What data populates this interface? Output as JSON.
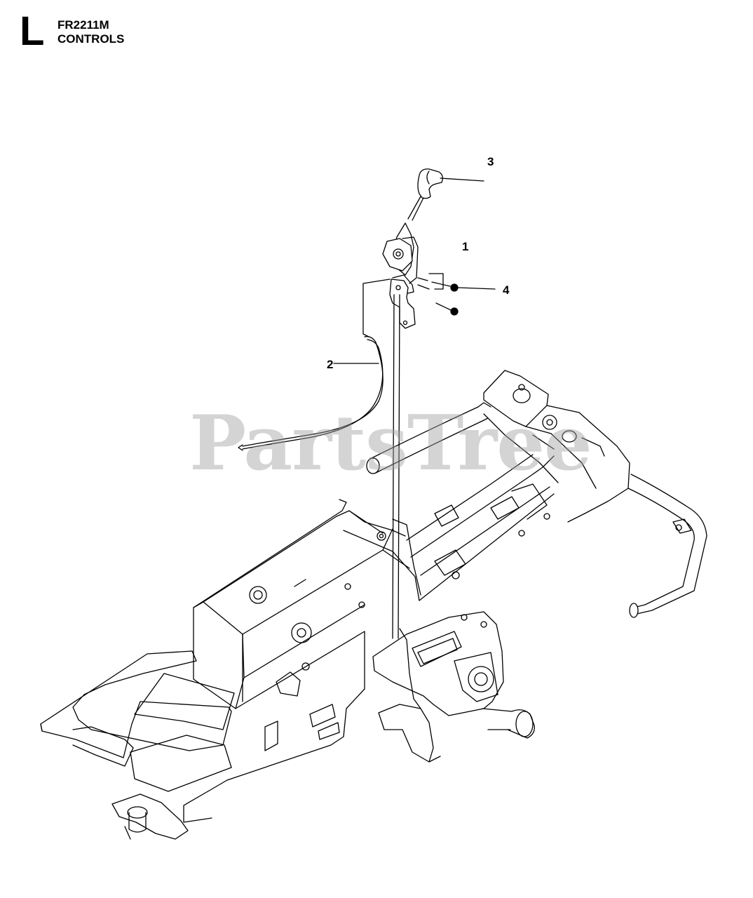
{
  "header": {
    "section_letter": "L",
    "model": "FR2211M",
    "section_title": "CONTROLS"
  },
  "callouts": [
    {
      "label": "1"
    },
    {
      "label": "2"
    },
    {
      "label": "3"
    },
    {
      "label": "4"
    }
  ],
  "watermark": "PartsTree",
  "colors": {
    "line": "#000000",
    "background": "#ffffff",
    "watermark": "#a0a0a0"
  }
}
